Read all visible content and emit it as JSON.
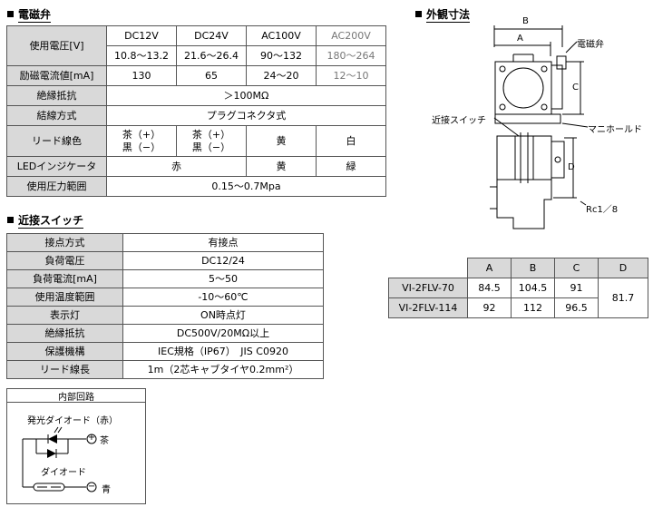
{
  "solenoid": {
    "title": "電磁弁",
    "headers": [
      "DC12V",
      "DC24V",
      "AC100V",
      "AC200V"
    ],
    "voltage_label": "使用電圧[V]",
    "voltage_ranges": [
      "10.8〜13.2",
      "21.6〜26.4",
      "90〜132",
      "180〜264"
    ],
    "current_label": "励磁電流値[mA]",
    "currents": [
      "130",
      "65",
      "24〜20",
      "12〜10"
    ],
    "insulation_label": "絶縁抵抗",
    "insulation_value": "＞100MΩ",
    "connection_label": "結線方式",
    "connection_value": "プラグコネクタ式",
    "lead_label": "リード線色",
    "lead_dc12": [
      "茶（+）",
      "黒（−）"
    ],
    "lead_dc24": [
      "茶（+）",
      "黒（−）"
    ],
    "lead_ac100": "黄",
    "lead_ac200": "白",
    "led_label": "LEDインジケータ",
    "led_dc": "赤",
    "led_ac100": "黄",
    "led_ac200": "緑",
    "pressure_label": "使用圧力範囲",
    "pressure_value": "0.15〜0.7Mpa"
  },
  "proximity": {
    "title": "近接スイッチ",
    "rows": [
      {
        "label": "接点方式",
        "value": "有接点"
      },
      {
        "label": "負荷電圧",
        "value": "DC12/24"
      },
      {
        "label": "負荷電流[mA]",
        "value": "5〜50"
      },
      {
        "label": "使用温度範囲",
        "value": "-10〜60℃"
      },
      {
        "label": "表示灯",
        "value": "ON時点灯"
      },
      {
        "label": "絶縁抵抗",
        "value": "DC500V/20MΩ以上"
      },
      {
        "label": "保護機構",
        "value": "IEC規格（IP67）　JIS C0920"
      },
      {
        "label": "リード線長",
        "value": "1m（2芯キャブタイヤ0.2mm²）"
      }
    ]
  },
  "circuit": {
    "title": "内部回路",
    "led_label": "発光ダイオード（赤）",
    "diode_label": "ダイオード",
    "plus_label": "茶",
    "minus_label": "青",
    "plus_symbol": "+",
    "minus_symbol": "−"
  },
  "dimensions": {
    "title": "外観寸法",
    "label_a": "A",
    "label_b": "B",
    "label_c": "C",
    "label_d": "D",
    "callout_solenoid": "電磁弁",
    "callout_switch": "近接スイッチ",
    "callout_manifold": "マニホールド",
    "callout_port": "Rc1／8"
  },
  "dim_table": {
    "headers": [
      "A",
      "B",
      "C",
      "D"
    ],
    "rows": [
      {
        "model": "VI-2FLV-70",
        "a": "84.5",
        "b": "104.5",
        "c": "91"
      },
      {
        "model": "VI-2FLV-114",
        "a": "92",
        "b": "112",
        "c": "96.5"
      }
    ],
    "d_value": "81.7"
  }
}
